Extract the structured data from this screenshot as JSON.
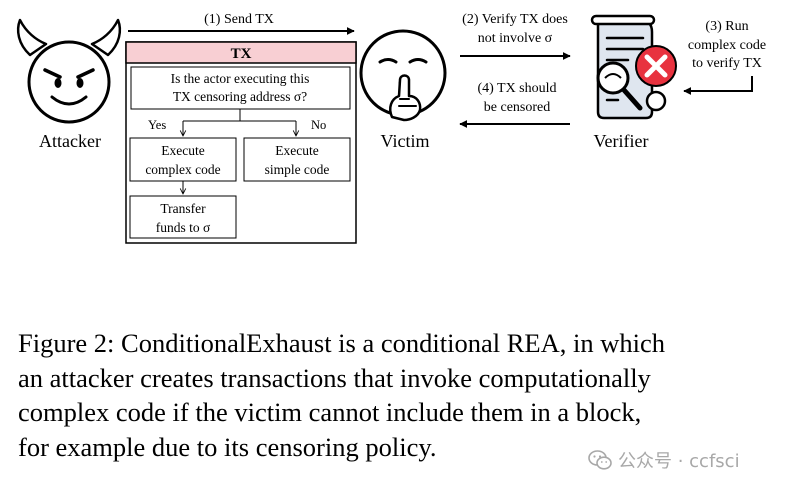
{
  "diagram": {
    "actors": {
      "attacker": "Attacker",
      "victim": "Victim",
      "verifier": "Verifier"
    },
    "steps": {
      "send_tx": "(1) Send TX",
      "verify_line1": "(2) Verify TX does",
      "verify_line2": "not involve σ",
      "run_line1": "(3) Run",
      "run_line2": "complex code",
      "run_line3": "to verify TX",
      "censor_line1": "(4) TX should",
      "censor_line2": "be censored"
    },
    "tx_box": {
      "title": "TX",
      "question_line1": "Is the actor executing this",
      "question_line2": "TX censoring address σ?",
      "yes": "Yes",
      "no": "No",
      "complex_line1": "Execute",
      "complex_line2": "complex code",
      "simple_line1": "Execute",
      "simple_line2": "simple code",
      "transfer_line1": "Transfer",
      "transfer_line2": "funds to σ"
    },
    "colors": {
      "tx_header_fill": "#f8cfd3",
      "reject_badge": "#e8323f",
      "verifier_doc_fill": "#dfe6ef"
    },
    "icons": [
      "devil-face-icon",
      "shushing-face-icon",
      "document-reject-icon"
    ]
  },
  "caption": {
    "line1": "Figure 2: ConditionalExhaust is a conditional REA, in which",
    "line2": "an attacker creates transactions that invoke computationally",
    "line3": "complex code if the victim cannot include them in a block,",
    "line4": "for example due to its censoring policy."
  },
  "watermark": {
    "text": "公众号 · ccfsci"
  }
}
